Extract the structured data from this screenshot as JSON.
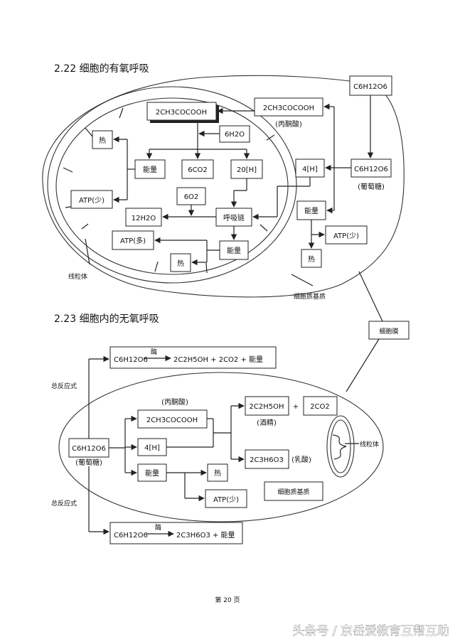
{
  "section_22": {
    "title": "2.22 细胞的有氧呼吸",
    "glucose_outside": "C6H12O6",
    "glucose_inside": "C6H12O6",
    "glucose_label": "(葡萄糖)",
    "pyruvate_outside": "2CH3COCOOH",
    "pyruvate_label": "(丙酮酸)",
    "pyruvate_inside": "2CH3COCOOH",
    "water_in": "6H2O",
    "energy_matrix": "能量",
    "co2": "6CO2",
    "h20": "20[H]",
    "heat_top": "热",
    "atp_few_mito": "ATP(少)",
    "o2": "6O2",
    "water_out": "12H2O",
    "chain": "呼吸链",
    "atp_many": "ATP(多)",
    "energy_chain": "能量",
    "heat_chain": "热",
    "h4": "4[H]",
    "energy_cyto": "能量",
    "atp_few_cyto": "ATP(少)",
    "heat_cyto": "热",
    "mito_label": "线粒体",
    "matrix_label": "细胞质基质",
    "membrane_label": "细胞膜"
  },
  "section_23": {
    "title": "2.23 细胞内的无氧呼吸",
    "overall_label_1": "总反应式",
    "overall_label_2": "总反应式",
    "eq1_left": "C6H12O6",
    "eq1_enzyme": "酶",
    "eq1_right": "2C2H5OH  + 2CO2 +  能量",
    "eq2_left": "C6H12O6",
    "eq2_enzyme": "酶",
    "eq2_right": "2C3H6O3  +  能量",
    "glucose": "C6H12O6",
    "glucose_label": "(葡萄糖)",
    "pyruvate_label": "(丙酮酸)",
    "pyruvate": "2CH3COCOOH",
    "h4": "4[H]",
    "energy": "能量",
    "heat": "热",
    "atp": "ATP(少)",
    "ethanol": "2C2H5OH",
    "plus": "+",
    "co2": "2CO2",
    "ethanol_label": "(酒精)",
    "lactate": "2C3H6O3",
    "lactate_label": "(乳酸)",
    "mito_label": "线粒体",
    "matrix_label": "细胞质基质"
  },
  "footer": {
    "page": "第 20 页",
    "watermark": "头条号 / 京岳爱教育互帮互助"
  }
}
